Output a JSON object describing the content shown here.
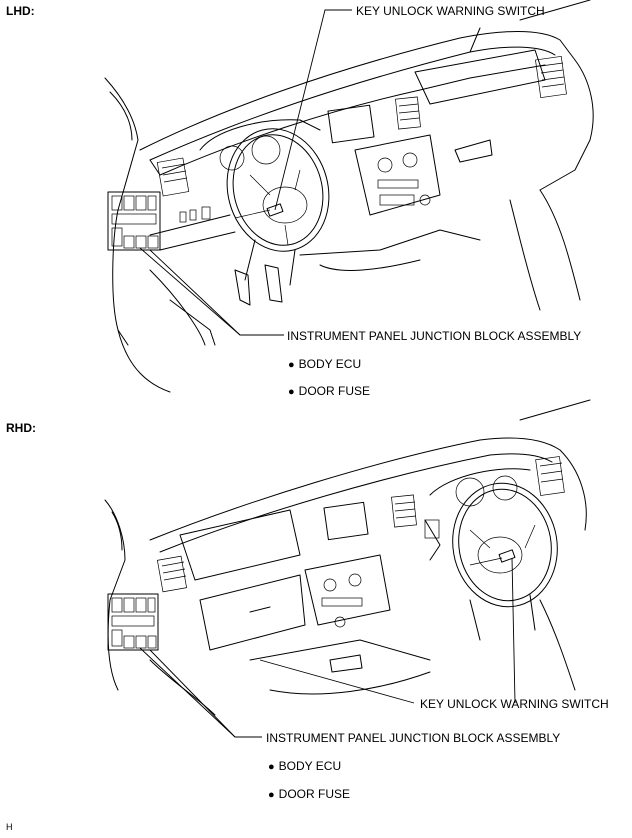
{
  "panels": [
    {
      "header": "LHD:",
      "callout_switch": "KEY UNLOCK WARNING SWITCH",
      "callout_block": "INSTRUMENT PANEL JUNCTION BLOCK ASSEMBLY",
      "bullets": [
        "BODY ECU",
        "DOOR FUSE"
      ]
    },
    {
      "header": "RHD:",
      "callout_switch": "KEY UNLOCK WARNING SWITCH",
      "callout_block": "INSTRUMENT PANEL JUNCTION BLOCK ASSEMBLY",
      "bullets": [
        "BODY ECU",
        "DOOR FUSE"
      ]
    }
  ],
  "footer_code": "H"
}
